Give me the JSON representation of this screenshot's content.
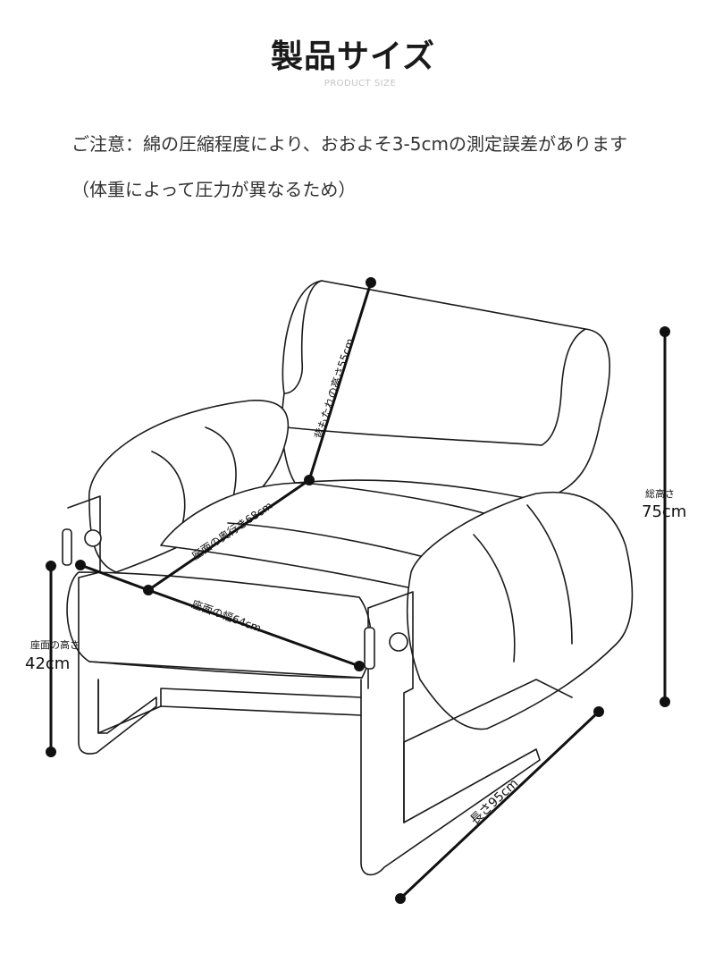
{
  "header": {
    "title": "製品サイズ",
    "subtitle": "PRODUCT SIZE"
  },
  "notes": {
    "line1": "ご注意：綿の圧縮程度により、おおよそ3-5cmの測定誤差があります",
    "line2": "（体重によって圧力が異なるため）"
  },
  "dimensions": {
    "back_height": "背もたれの高さ55cm",
    "seat_depth": "座面の奥行き68cm",
    "seat_width": "座面の幅64cm",
    "seat_height_label": "座面の高さ",
    "seat_height_value": "42cm",
    "total_height_label": "総高さ",
    "total_height_value": "75cm",
    "length": "長さ95cm"
  },
  "colors": {
    "line": "#1a1a1a",
    "title": "#1a1a1a",
    "subtitle": "#c4c4c4"
  }
}
